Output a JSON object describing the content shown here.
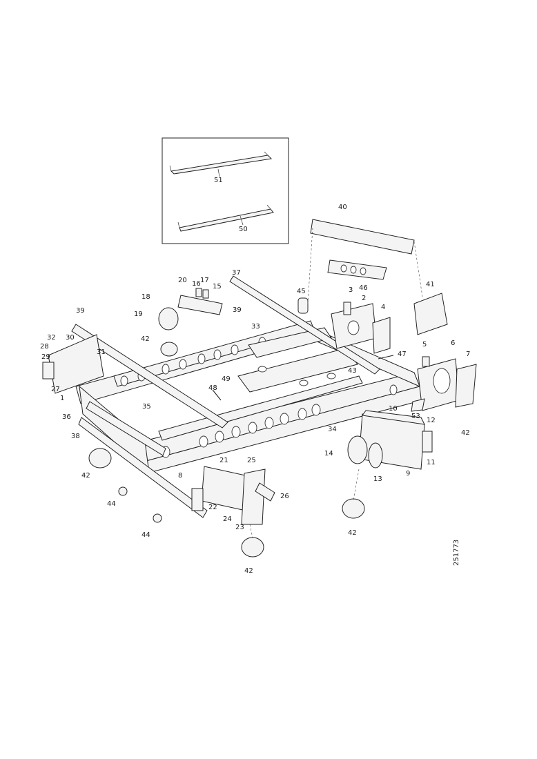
{
  "drawing_number": "251773",
  "inset_labels": [
    "51",
    "50"
  ],
  "callouts": [
    "40",
    "41",
    "46",
    "45",
    "37",
    "20",
    "16",
    "17",
    "15",
    "18",
    "19",
    "39",
    "33",
    "3",
    "2",
    "4",
    "42",
    "32",
    "28",
    "30",
    "31",
    "29",
    "27",
    "1",
    "36",
    "35",
    "38",
    "49",
    "43",
    "5",
    "6",
    "7",
    "53",
    "12",
    "10",
    "14",
    "13",
    "9",
    "11",
    "44",
    "21",
    "25",
    "22",
    "24",
    "23",
    "26",
    "48",
    "34",
    "8",
    "47"
  ]
}
